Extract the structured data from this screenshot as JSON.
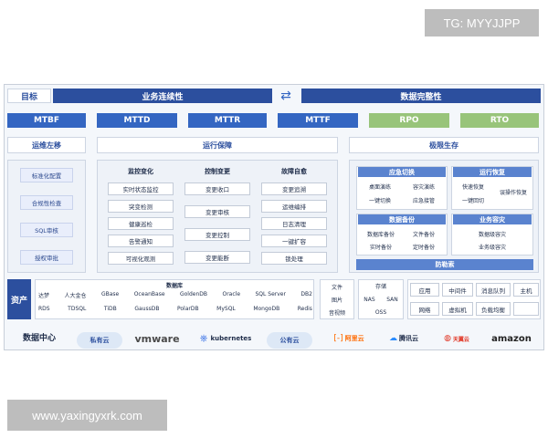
{
  "watermarks": {
    "top": "TG: MYYJJPP",
    "bottom": "www.yaxingyxrk.com"
  },
  "goal": {
    "label": "目标",
    "left_title": "业务连续性",
    "right_title": "数据完整性"
  },
  "metrics": [
    "MTBF",
    "MTTD",
    "MTTR",
    "MTTF",
    "RPO",
    "RTO"
  ],
  "sections": {
    "ops_shift": {
      "title": "运维左移",
      "items": [
        "标准化配置",
        "合规性检查",
        "SQL审核",
        "授权审批"
      ]
    },
    "runtime": {
      "title": "运行保障",
      "columns": [
        {
          "title": "监控变化",
          "items": [
            "实时状态监控",
            "突变检测",
            "健康巡检",
            "告警通知",
            "可视化观测"
          ]
        },
        {
          "title": "控制变更",
          "items": [
            "变更收口",
            "变更审核",
            "变更控制",
            "变更能断"
          ]
        },
        {
          "title": "故障自愈",
          "items": [
            "变更追溯",
            "运维编排",
            "日志清理",
            "一键扩容",
            "锁处理"
          ]
        }
      ]
    },
    "survival": {
      "title": "极限生存",
      "emergency_switch": {
        "title": "应急切换",
        "items": [
          "桌面演练",
          "容灾演练",
          "一键切换",
          "应急接管"
        ]
      },
      "run_recovery": {
        "title": "运行恢复",
        "items": [
          "快速恢复",
          "一键回切",
          "误操作恢复"
        ]
      },
      "data_backup": {
        "title": "数据备份",
        "items": [
          "数据库备份",
          "文件备份",
          "实时备份",
          "定时备份"
        ]
      },
      "biz_dr": {
        "title": "业务容灾",
        "items": [
          "数据级容灾",
          "业务级容灾"
        ]
      },
      "ransomware": "防勒索"
    }
  },
  "assets": {
    "label": "资产",
    "database": {
      "title": "数据库",
      "row1": [
        "达梦",
        "人大金仓",
        "GBase",
        "OceanBase",
        "GoldenDB",
        "Oracle",
        "SQL Server",
        "DB2"
      ],
      "row2": [
        "RDS",
        "TDSQL",
        "TiDB",
        "GaussDB",
        "PolarDB",
        "MySQL",
        "MongoDB",
        "Redis"
      ]
    },
    "files": [
      "文件",
      "图片",
      "音视频"
    ],
    "storage": {
      "title": "存储",
      "items": [
        "NAS",
        "SAN",
        "OSS"
      ]
    },
    "middle": [
      "应用",
      "中间件",
      "消息队列",
      "主机",
      "网络",
      "虚拟机",
      "负载均衡",
      ""
    ]
  },
  "datacenter": {
    "label": "数据中心",
    "logos": [
      "私有云",
      "vmware",
      "kubernetes",
      "公有云",
      "阿里云",
      "腾讯云",
      "天翼云",
      "amazon"
    ]
  },
  "colors": {
    "navy": "#2c4f9e",
    "green": "#98c47a",
    "frame": "#f4f7fb"
  }
}
